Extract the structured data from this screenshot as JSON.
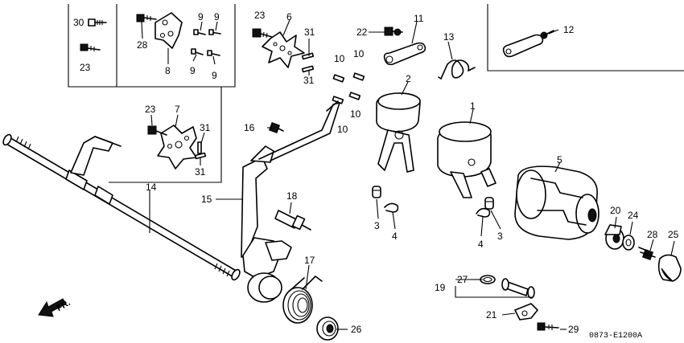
{
  "figure_code": "0873-E1200A",
  "direction_label": "FR.",
  "callouts": [
    {
      "id": "c1",
      "text": "1"
    },
    {
      "id": "c2",
      "text": "2"
    },
    {
      "id": "c3a",
      "text": "3"
    },
    {
      "id": "c3b",
      "text": "3"
    },
    {
      "id": "c4a",
      "text": "4"
    },
    {
      "id": "c4b",
      "text": "4"
    },
    {
      "id": "c5",
      "text": "5"
    },
    {
      "id": "c6",
      "text": "6"
    },
    {
      "id": "c7",
      "text": "7"
    },
    {
      "id": "c8",
      "text": "8"
    },
    {
      "id": "c9a",
      "text": "9"
    },
    {
      "id": "c9b",
      "text": "9"
    },
    {
      "id": "c9c",
      "text": "9"
    },
    {
      "id": "c9d",
      "text": "9"
    },
    {
      "id": "c10a",
      "text": "10"
    },
    {
      "id": "c10b",
      "text": "10"
    },
    {
      "id": "c10c",
      "text": "10"
    },
    {
      "id": "c10d",
      "text": "10"
    },
    {
      "id": "c11",
      "text": "11"
    },
    {
      "id": "c12",
      "text": "12"
    },
    {
      "id": "c13",
      "text": "13"
    },
    {
      "id": "c14",
      "text": "14"
    },
    {
      "id": "c15",
      "text": "15"
    },
    {
      "id": "c16",
      "text": "16"
    },
    {
      "id": "c17",
      "text": "17"
    },
    {
      "id": "c18",
      "text": "18"
    },
    {
      "id": "c19",
      "text": "19"
    },
    {
      "id": "c20",
      "text": "20"
    },
    {
      "id": "c21",
      "text": "21"
    },
    {
      "id": "c22",
      "text": "22"
    },
    {
      "id": "c23a",
      "text": "23"
    },
    {
      "id": "c23b",
      "text": "23"
    },
    {
      "id": "c23c",
      "text": "23"
    },
    {
      "id": "c24",
      "text": "24"
    },
    {
      "id": "c25",
      "text": "25"
    },
    {
      "id": "c26",
      "text": "26"
    },
    {
      "id": "c27",
      "text": "27"
    },
    {
      "id": "c28a",
      "text": "28"
    },
    {
      "id": "c28b",
      "text": "28"
    },
    {
      "id": "c29",
      "text": "29"
    },
    {
      "id": "c30",
      "text": "30"
    },
    {
      "id": "c31a",
      "text": "31"
    },
    {
      "id": "c31b",
      "text": "31"
    },
    {
      "id": "c31c",
      "text": "31"
    },
    {
      "id": "c31d",
      "text": "31"
    }
  ]
}
